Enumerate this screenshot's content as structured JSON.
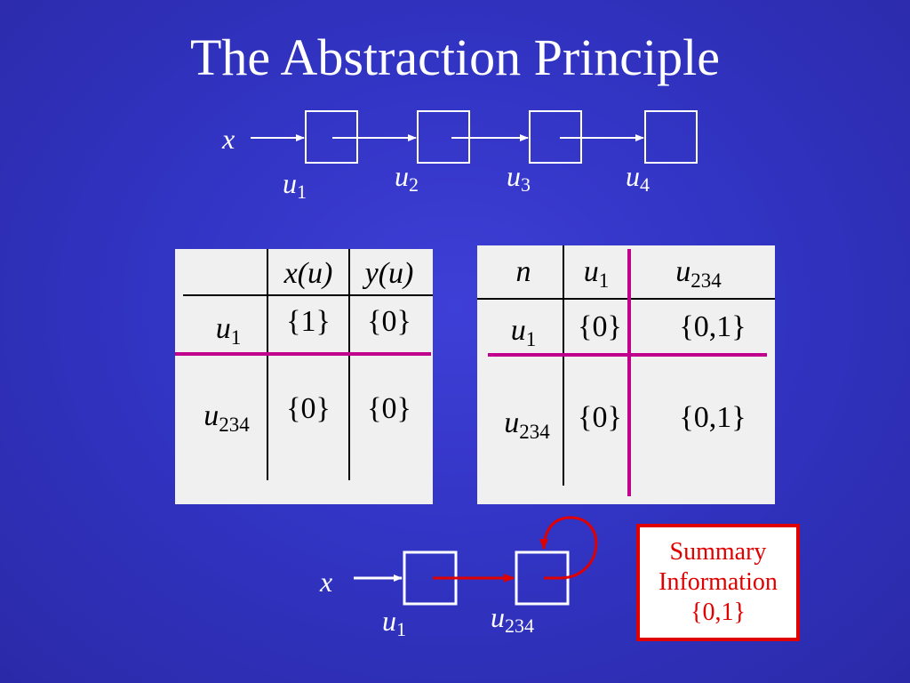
{
  "slide": {
    "title": "The Abstraction Principle"
  },
  "top_diagram": {
    "pointer_var": "x",
    "nodes": [
      {
        "name": "u",
        "sub": "1"
      },
      {
        "name": "u",
        "sub": "2"
      },
      {
        "name": "u",
        "sub": "3"
      },
      {
        "name": "u",
        "sub": "4"
      }
    ]
  },
  "left_table": {
    "headers": [
      {
        "name": "",
        "sub": ""
      },
      {
        "name": "x(u)",
        "sub": ""
      },
      {
        "name": "y(u)",
        "sub": ""
      }
    ],
    "rows": [
      {
        "label": "u",
        "sub": "1",
        "cells": [
          "{1}",
          "{0}"
        ]
      },
      {
        "label": "u",
        "sub": "234",
        "cells": [
          "{0}",
          "{0}"
        ]
      }
    ]
  },
  "right_table": {
    "headers": [
      {
        "name": "n",
        "sub": ""
      },
      {
        "name": "u",
        "sub": "1"
      },
      {
        "name": "u",
        "sub": "234"
      }
    ],
    "rows": [
      {
        "label": "u",
        "sub": "1",
        "cells": [
          "{0}",
          "{0,1}"
        ]
      },
      {
        "label": "u",
        "sub": "234",
        "cells": [
          "{0}",
          "{0,1}"
        ]
      }
    ]
  },
  "bottom_diagram": {
    "pointer_var": "x",
    "nodes": [
      {
        "name": "u",
        "sub": "1"
      },
      {
        "name": "u",
        "sub": "234"
      }
    ]
  },
  "summary_box": {
    "line1": "Summary",
    "line2": "Information",
    "line3": "{0,1}"
  },
  "colors": {
    "background": "#3234c4",
    "text": "#ffffff",
    "highlight": "#c0008c",
    "summary_red": "#e00000",
    "table_bg": "#f0f0f0"
  }
}
